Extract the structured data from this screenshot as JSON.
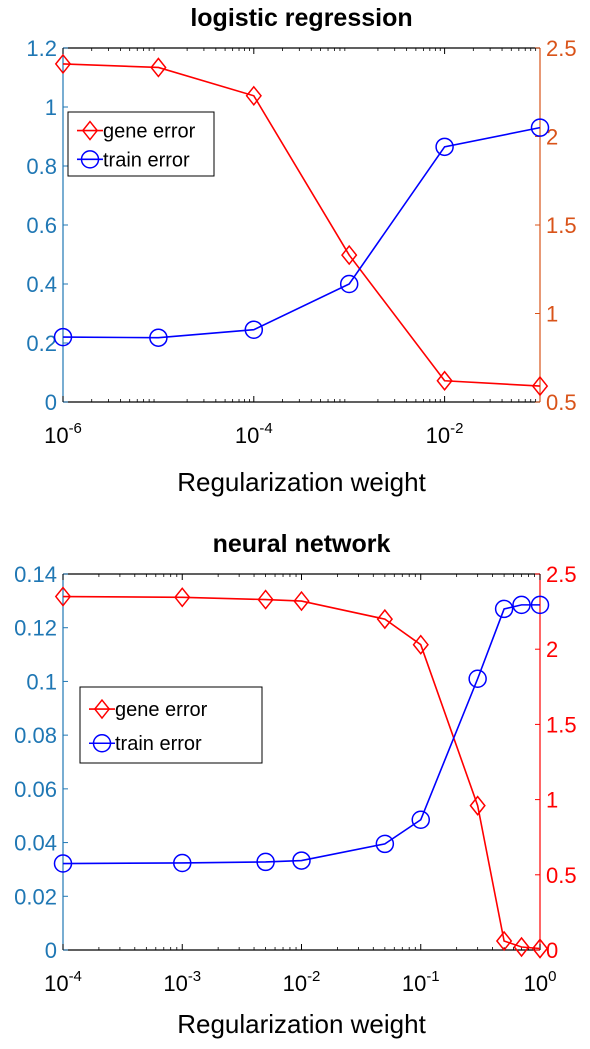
{
  "chart_data": [
    {
      "type": "line",
      "title": "logistic regression",
      "xlabel": "Regularization weight",
      "xscale": "log",
      "xlim": [
        1e-06,
        0.1
      ],
      "xticks": [
        {
          "value": 1e-06,
          "base": "10",
          "exp": "-6"
        },
        {
          "value": 0.0001,
          "base": "10",
          "exp": "-4"
        },
        {
          "value": 0.01,
          "base": "10",
          "exp": "-2"
        }
      ],
      "yleft": {
        "lim": [
          0,
          1.2
        ],
        "ticks": [
          "0",
          "0.2",
          "0.4",
          "0.6",
          "0.8",
          "1",
          "1.2"
        ],
        "color": "#1f77b4"
      },
      "yright": {
        "lim": [
          0.5,
          2.5
        ],
        "ticks": [
          "0.5",
          "1",
          "1.5",
          "2",
          "2.5"
        ],
        "color": "#d95319"
      },
      "legend": {
        "position": "top-left",
        "entries": [
          "gene error",
          "train error"
        ]
      },
      "series": [
        {
          "name": "gene error",
          "axis": "right",
          "marker": "diamond",
          "color": "#ff0000",
          "x": [
            1e-06,
            1e-05,
            0.0001,
            0.001,
            0.01,
            0.1
          ],
          "y": [
            2.41,
            2.39,
            2.23,
            1.33,
            0.62,
            0.59
          ]
        },
        {
          "name": "train error",
          "axis": "left",
          "marker": "circle",
          "color": "#0000ff",
          "x": [
            1e-06,
            1e-05,
            0.0001,
            0.001,
            0.01,
            0.1
          ],
          "y": [
            0.22,
            0.218,
            0.245,
            0.4,
            0.865,
            0.93
          ]
        }
      ]
    },
    {
      "type": "line",
      "title": "neural network",
      "xlabel": "Regularization weight",
      "xscale": "log",
      "xlim": [
        0.0001,
        1
      ],
      "xticks": [
        {
          "value": 0.0001,
          "base": "10",
          "exp": "-4"
        },
        {
          "value": 0.001,
          "base": "10",
          "exp": "-3"
        },
        {
          "value": 0.01,
          "base": "10",
          "exp": "-2"
        },
        {
          "value": 0.1,
          "base": "10",
          "exp": "-1"
        },
        {
          "value": 1,
          "base": "10",
          "exp": "0"
        }
      ],
      "yleft": {
        "lim": [
          0,
          0.14
        ],
        "ticks": [
          "0",
          "0.02",
          "0.04",
          "0.06",
          "0.08",
          "0.1",
          "0.12",
          "0.14"
        ],
        "color": "#1f77b4"
      },
      "yright": {
        "lim": [
          0,
          2.5
        ],
        "ticks": [
          "0",
          "0.5",
          "1",
          "1.5",
          "2",
          "2.5"
        ],
        "color": "#ff0000"
      },
      "legend": {
        "position": "center-left",
        "entries": [
          "gene error",
          "train error"
        ]
      },
      "series": [
        {
          "name": "gene error",
          "axis": "right",
          "marker": "diamond",
          "color": "#ff0000",
          "x": [
            0.0001,
            0.001,
            0.005,
            0.01,
            0.05,
            0.1,
            0.3,
            0.5,
            0.7,
            1
          ],
          "y": [
            2.35,
            2.345,
            2.33,
            2.32,
            2.2,
            2.03,
            0.96,
            0.06,
            0.02,
            0.01
          ]
        },
        {
          "name": "train error",
          "axis": "left",
          "marker": "circle",
          "color": "#0000ff",
          "x": [
            0.0001,
            0.001,
            0.005,
            0.01,
            0.05,
            0.1,
            0.3,
            0.5,
            0.7,
            1
          ],
          "y": [
            0.0322,
            0.0324,
            0.0328,
            0.0333,
            0.0395,
            0.0485,
            0.101,
            0.127,
            0.1285,
            0.1285
          ]
        }
      ]
    }
  ]
}
